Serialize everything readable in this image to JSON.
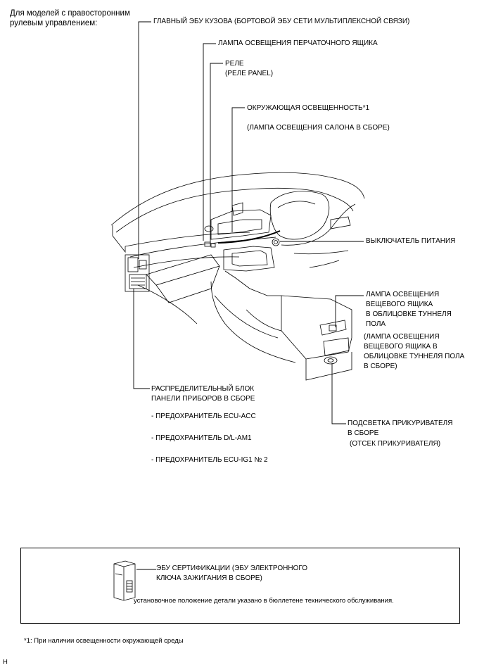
{
  "header": {
    "line1": "Для моделей с правосторонним",
    "line2": "рулевым управлением:"
  },
  "labels": {
    "main_body_ecu": "ГЛАВНЫЙ ЭБУ КУЗОВА (БОРТОВОЙ ЭБУ СЕТИ МУЛЬТИПЛЕКСНОЙ СВЯЗИ)",
    "glove_lamp": "ЛАМПА ОСВЕЩЕНИЯ ПЕРЧАТОЧНОГО ЯЩИКА",
    "relay_1": "РЕЛЕ",
    "relay_2": "(РЕЛЕ PANEL)",
    "ambient_1": "ОКРУЖАЮЩАЯ ОСВЕЩЕННОСТЬ*1",
    "ambient_2": "(ЛАМПА ОСВЕЩЕНИЯ САЛОНА В СБОРЕ)",
    "power_switch": "ВЫКЛЮЧАТЕЛЬ ПИТАНИЯ",
    "console_lamp_1": "ЛАМПА ОСВЕЩЕНИЯ",
    "console_lamp_2": "ВЕЩЕВОГО ЯЩИКА",
    "console_lamp_3": "В ОБЛИЦОВКЕ ТУННЕЛЯ",
    "console_lamp_4": "ПОЛА",
    "console_lamp_a1": "(ЛАМПА ОСВЕЩЕНИЯ",
    "console_lamp_a2": "ВЕЩЕВОГО ЯЩИКА В",
    "console_lamp_a3": "ОБЛИЦОВКЕ ТУННЕЛЯ ПОЛА",
    "console_lamp_a4": "В СБОРЕ)",
    "junction_1": "РАСПРЕДЕЛИТЕЛЬНЫЙ БЛОК",
    "junction_2": "ПАНЕЛИ ПРИБОРОВ В СБОРЕ",
    "fuse_1": "- ПРЕДОХРАНИТЕЛЬ ECU-ACC",
    "fuse_2": "- ПРЕДОХРАНИТЕЛЬ D/L-AM1",
    "fuse_3": "- ПРЕДОХРАНИТЕЛЬ ECU-IG1 № 2",
    "lighter_1": "ПОДСВЕТКА ПРИКУРИВАТЕЛЯ",
    "lighter_2": "В СБОРЕ",
    "lighter_3": "(ОТСЕК ПРИКУРИВАТЕЛЯ)"
  },
  "box": {
    "cert_1": "ЭБУ СЕРТИФИКАЦИИ (ЭБУ ЭЛЕКТРОННОГО",
    "cert_2": "КЛЮЧА ЗАЖИГАНИЯ В СБОРЕ)",
    "note": "установочное положение детали указано в бюллетене технического обслуживания."
  },
  "footnote": "*1: При наличии освещенности окружающей среды",
  "corner_mark": "H"
}
